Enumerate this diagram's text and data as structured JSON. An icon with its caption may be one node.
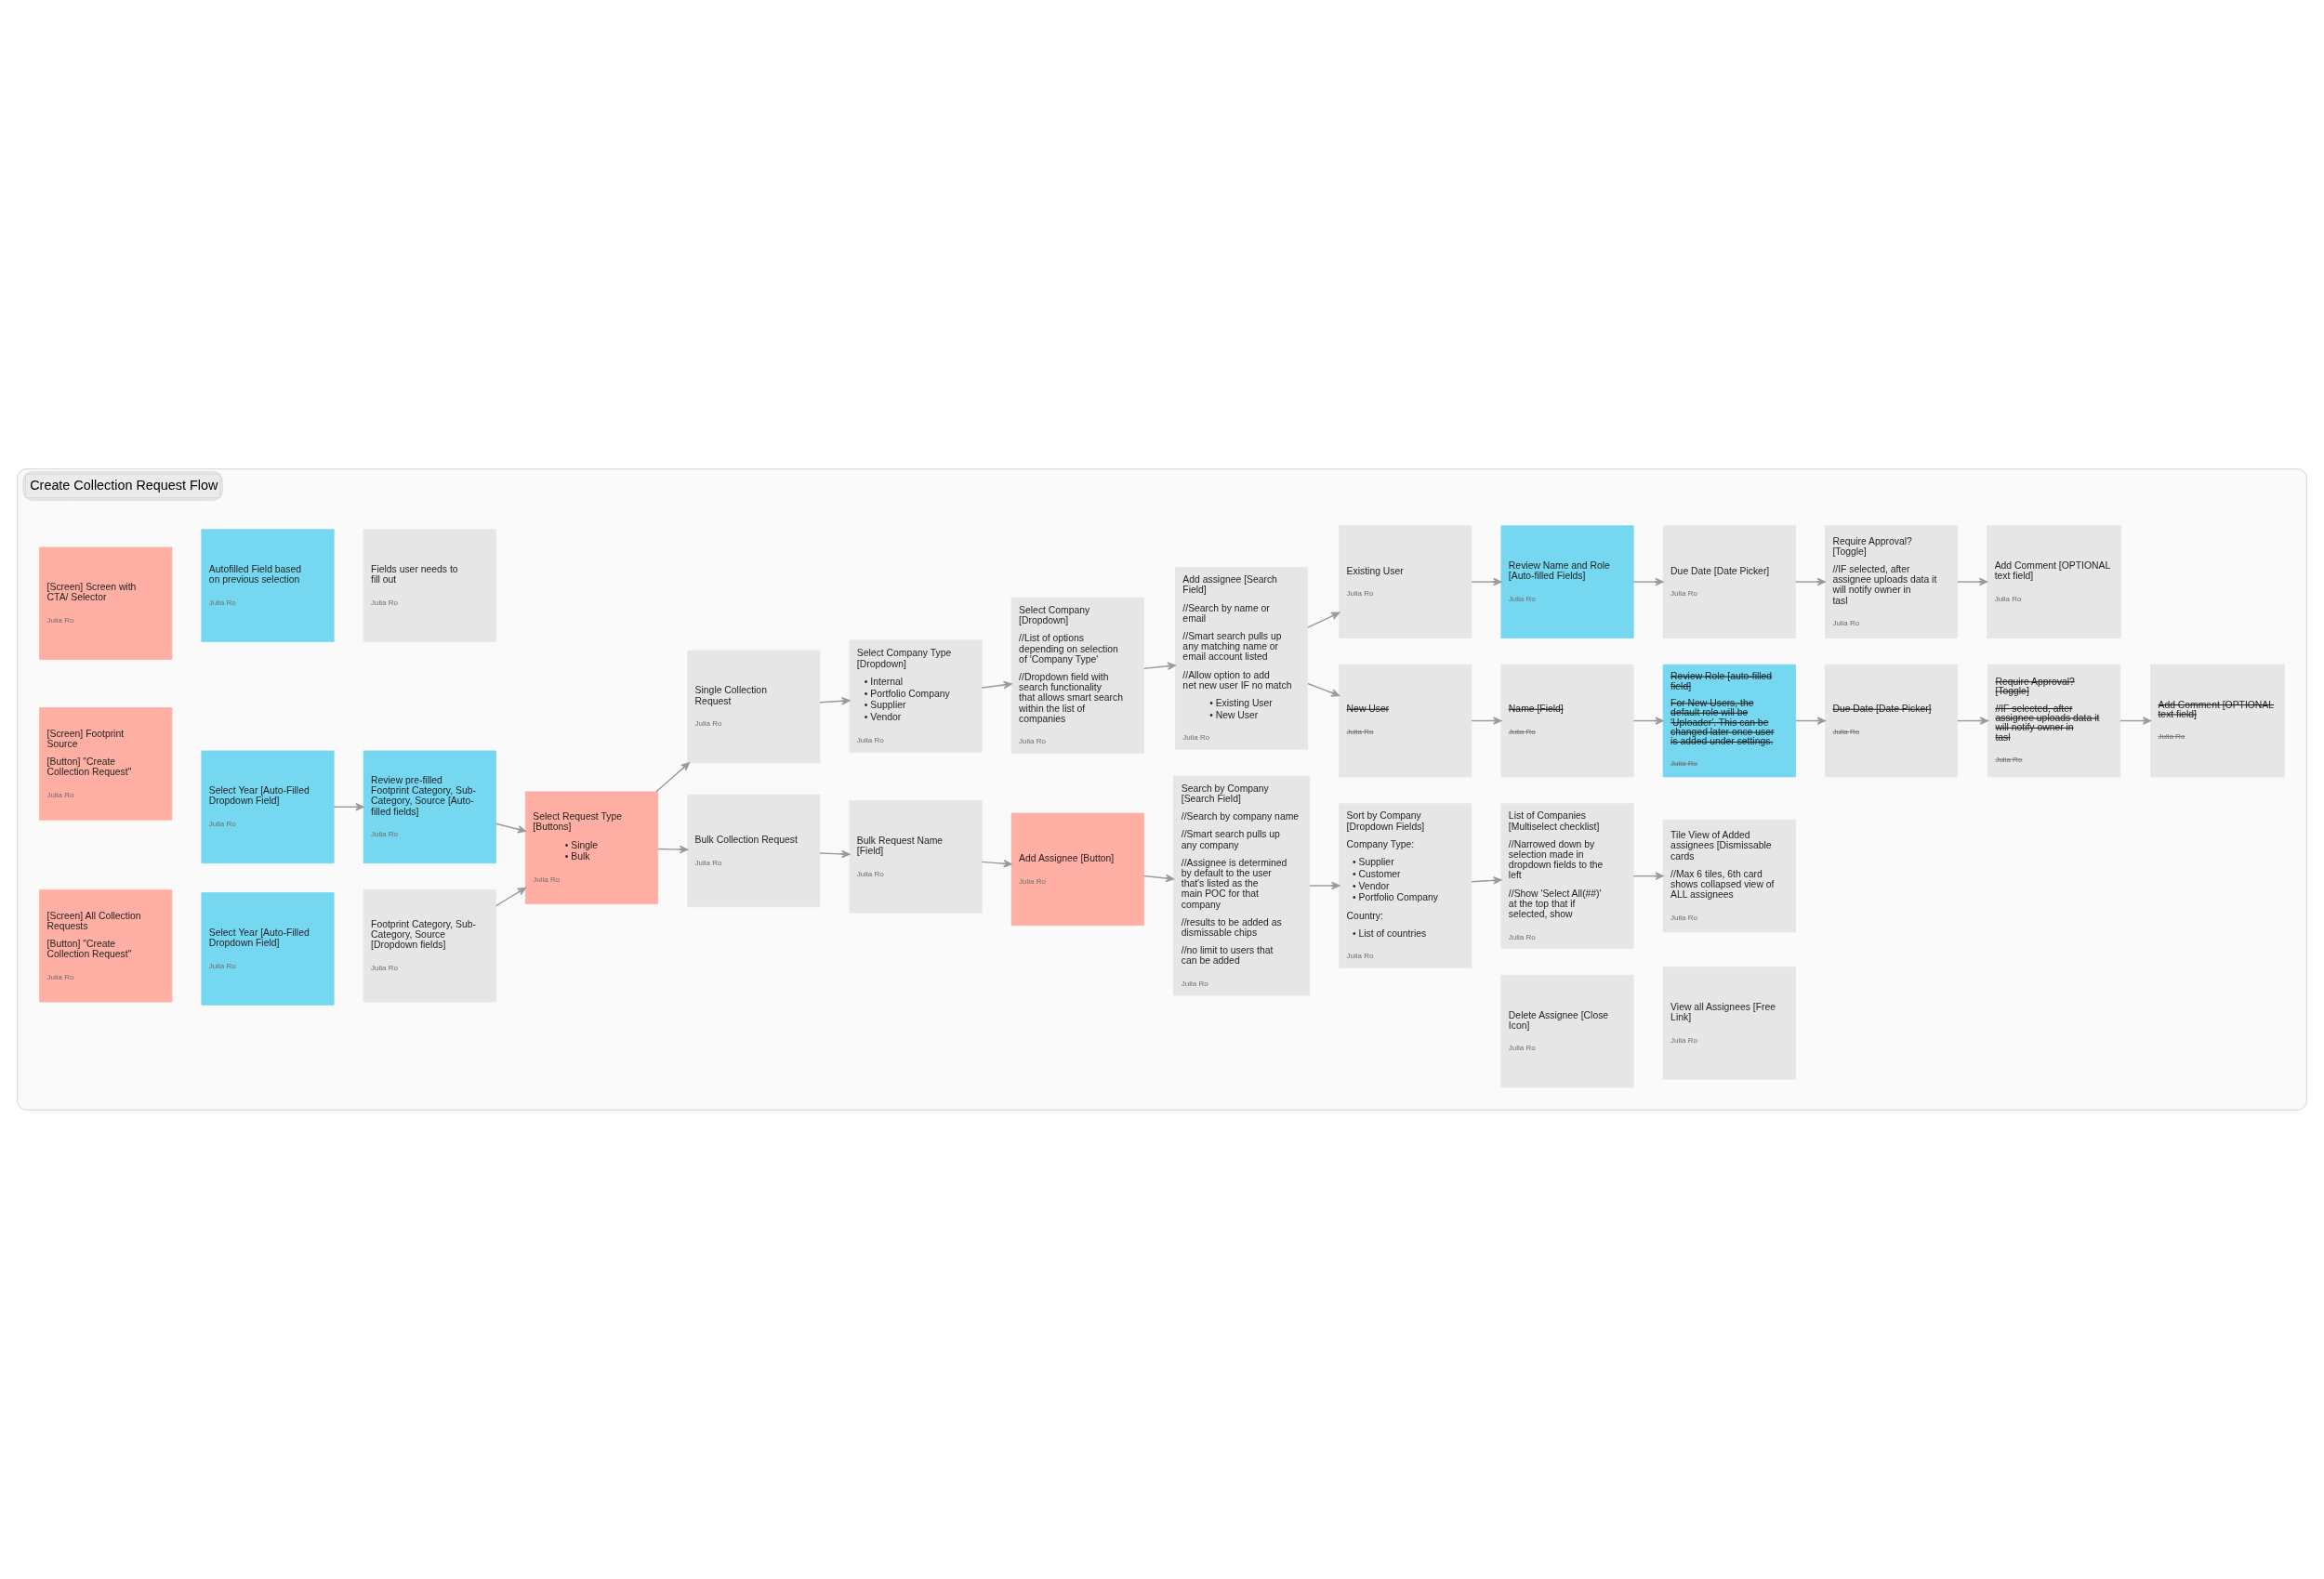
{
  "diagram": {
    "nodes": [
      {
        "text": [
          "Create Collection Request Flow"
        ]
      },
      {
        "text": [
          "[Screen] Screen with CTA/ Selector",
          "Julia Ro"
        ],
        "in": 0
      },
      {
        "text": [
          "Autofilled Field based on previous selection",
          "Julia Ro"
        ],
        "in": 0
      },
      {
        "text": [
          "Fields user needs to fill out",
          "Julia Ro"
        ],
        "in": 0
      },
      {
        "text": [
          "[Screen] Footprint Source",
          "[Button] \"Create Collection Request\"",
          "Julia Ro"
        ],
        "in": 0
      },
      {
        "text": [
          "Select Year [Auto-Filled Dropdown Field]",
          "Julia Ro"
        ],
        "in": 0
      },
      {
        "text": [
          "Review pre-filled Footprint Category, Sub-Category, Source [Auto-filled fields]",
          "Julia Ro"
        ],
        "in": 0
      },
      {
        "text": [
          "[Screen] All Collection Requests",
          "[Button] \"Create Collection Request\"",
          "Julia Ro"
        ],
        "in": 0
      },
      {
        "text": [
          "Select Year [Auto-Filled Dropdown Field]",
          "Julia Ro"
        ],
        "in": 0
      },
      {
        "text": [
          "Footprint Category, Sub-Category, Source [Dropdown fields]",
          "Julia Ro"
        ],
        "in": 0
      },
      {
        "text": [
          "Select Request Type [Buttons]",
          "• Single",
          "• Bulk",
          "Julia Ro"
        ],
        "in": 0
      },
      {
        "text": [
          "Single Collection Request",
          "Julia Ro"
        ],
        "in": 0
      },
      {
        "text": [
          "Select Company Type [Dropdown]",
          "• Internal",
          "• Portfolio Company",
          "• Supplier",
          "• Vendor",
          "Julia Ro"
        ],
        "in": 0
      },
      {
        "text": [
          "Select Company [Dropdown]",
          "//List of options depending on selection of 'Company Type'",
          "//Dropdown field with search functionality that allows smart search within the list of companies",
          "Julia Ro"
        ],
        "in": 0
      },
      {
        "text": [
          "Add assignee [Search Field]",
          "//Search by name or email",
          "//Smart search pulls up any matching name or email account listed",
          "//Allow option to add net new user IF no match",
          "• Existing User",
          "• New User",
          "Julia Ro"
        ],
        "in": 0
      },
      {
        "text": [
          "Existing User",
          "Julia Ro"
        ],
        "in": 0
      },
      {
        "text": [
          "Review Name and Role [Auto-filled Fields]",
          "Julia Ro"
        ],
        "in": 0
      },
      {
        "text": [
          "Due Date [Date Picker]",
          "Julia Ro"
        ],
        "in": 0
      },
      {
        "text": [
          "Require Approval? [Toggle]",
          "//IF selected, after assignee uploads data it will notify owner in tasl",
          "Julia Ro"
        ],
        "in": 0
      },
      {
        "text": [
          "Add Comment [OPTIONAL text field]",
          "Julia Ro"
        ],
        "in": 0
      },
      {
        "text": [
          "New User",
          "Julia Ro"
        ],
        "in": 0
      },
      {
        "text": [
          "Name [Field]",
          "Julia Ro"
        ],
        "in": 0
      },
      {
        "text": [
          "Review Role [auto-filled field]",
          "For New Users, the default role will be 'Uploader'. This can be changed later once user is added under settings.",
          "Julia Ro"
        ],
        "in": 0
      },
      {
        "text": [
          "Due Date [Date Picker]",
          "Julia Ro"
        ],
        "in": 0
      },
      {
        "text": [
          "Require Approval? [Toggle]",
          "//IF selected, after assignee uploads data it will notify owner in tasl",
          "Julia Ro"
        ],
        "in": 0
      },
      {
        "text": [
          "Add Comment [OPTIONAL text field]",
          "Julia Ro"
        ],
        "in": 0
      },
      {
        "text": [
          "Bulk Collection Request",
          "Julia Ro"
        ],
        "in": 0
      },
      {
        "text": [
          "Bulk Request Name [Field]",
          "Julia Ro"
        ],
        "in": 0
      },
      {
        "text": [
          "Add Assignee [Button]",
          "Julia Ro"
        ],
        "in": 0
      },
      {
        "text": [
          "Search by Company [Search Field]",
          "//Search by company name",
          "//Smart search pulls up any company",
          "//Assignee is determined by default to the user that's listed as the main POC for that company",
          "//results to be added as dismissable chips",
          "//no limit to users that can be added",
          "Julia Ro"
        ],
        "in": 0
      },
      {
        "text": [
          "Sort by Company [Dropdown Fields]",
          "Company Type:",
          "• Supplier",
          "• Customer",
          "• Vendor",
          "• Portfolio Company",
          "Country:",
          "• List of countries",
          "Julia Ro"
        ],
        "in": 0
      },
      {
        "text": [
          "List of Companies [Multiselect checklist]",
          "//Narrowed down by selection made in dropdown fields to the left",
          "//Show 'Select All(##)' at the top that if selected, show",
          "Julia Ro"
        ],
        "in": 0
      },
      {
        "text": [
          "Tile View of Added assignees [Dismissable cards",
          "//Max 6 tiles, 6th card shows collapsed view of ALL assignees",
          "Julia Ro"
        ],
        "in": 0
      },
      {
        "text": [
          "Delete Assignee [Close Icon]",
          "Julia Ro"
        ],
        "in": 0
      },
      {
        "text": [
          "View all Assignees [Free Link]",
          "Julia Ro"
        ],
        "in": 0
      }
    ],
    "edges": [
      {
        "from": 5,
        "to": 6,
        "arrow": "to"
      },
      {
        "from": 6,
        "to": 10,
        "arrow": "to"
      },
      {
        "from": 9,
        "to": 10,
        "arrow": "to"
      },
      {
        "from": 10,
        "to": 26,
        "arrow": "to"
      },
      {
        "from": 10,
        "to": 11,
        "arrow": "to"
      },
      {
        "from": 11,
        "to": 12,
        "arrow": "to"
      },
      {
        "from": 12,
        "to": 13,
        "arrow": "to"
      },
      {
        "from": 13,
        "to": 14,
        "arrow": "to"
      },
      {
        "from": 14,
        "to": 20,
        "arrow": "to"
      },
      {
        "from": 14,
        "to": 15,
        "arrow": "to"
      },
      {
        "from": 15,
        "to": 16,
        "arrow": "to"
      },
      {
        "from": 16,
        "to": 17,
        "arrow": "to"
      },
      {
        "from": 17,
        "to": 18,
        "arrow": "to"
      },
      {
        "from": 18,
        "to": 19,
        "arrow": "to"
      },
      {
        "from": 20,
        "to": 21,
        "arrow": "to"
      },
      {
        "from": 21,
        "to": 22,
        "arrow": "to"
      },
      {
        "from": 22,
        "to": 23,
        "arrow": "to"
      },
      {
        "from": 23,
        "to": 24,
        "arrow": "to"
      },
      {
        "from": 24,
        "to": 25,
        "arrow": "to"
      },
      {
        "from": 26,
        "to": 27,
        "arrow": "to"
      },
      {
        "from": 27,
        "to": 28,
        "arrow": "to"
      },
      {
        "from": 28,
        "to": 29,
        "arrow": "to"
      },
      {
        "from": 29,
        "to": 30,
        "arrow": "to"
      },
      {
        "from": 30,
        "to": 31,
        "arrow": "to"
      },
      {
        "from": 31,
        "to": 32,
        "arrow": "to"
      }
    ]
  }
}
